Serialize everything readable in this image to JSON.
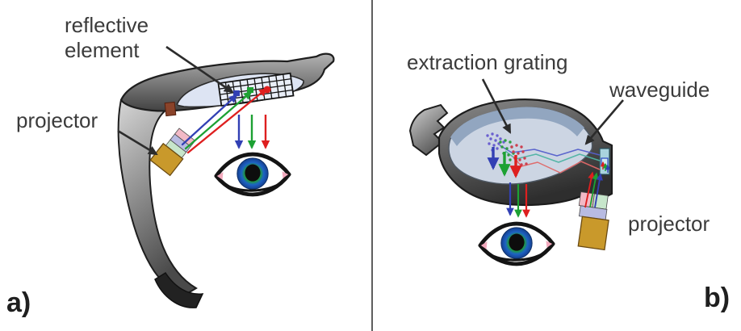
{
  "figure": {
    "panel_a": {
      "corner_label": "a)",
      "labels": {
        "reflective_element": "reflective element",
        "projector": "projector"
      }
    },
    "panel_b": {
      "corner_label": "b)",
      "labels": {
        "extraction_grating": "extraction grating",
        "waveguide": "waveguide",
        "projector": "projector"
      }
    },
    "colors": {
      "background": "#ffffff",
      "divider": "#5f5f5f",
      "label_text": "#3b3b3b",
      "ray_blue": "#3240b4",
      "ray_green": "#1da133",
      "ray_red": "#de1f1f",
      "frame_dark": "#3a3a3a",
      "frame_light": "#c6c6c6",
      "lens_a": "#dde4f3",
      "lens_b": "#ccd5e3",
      "lens_b_top_band": "#92a6c0",
      "grid_black": "#151515",
      "hinge_brown": "#8a432a",
      "projector_gold": "#c9992b",
      "projector_pink": "#f2b9c6",
      "projector_lavender": "#b8bbe2",
      "projector_green": "#c7e6cb",
      "waveguide_edge_teal": "#a9d3de",
      "iris_blue": "#1d62c4",
      "iris_green": "#1f9e3c",
      "tear_duct_pink": "#f2a9bd",
      "dot_purple": "#6a5fd0",
      "dot_green": "#2f9e41",
      "dot_red": "#cc4050"
    }
  }
}
